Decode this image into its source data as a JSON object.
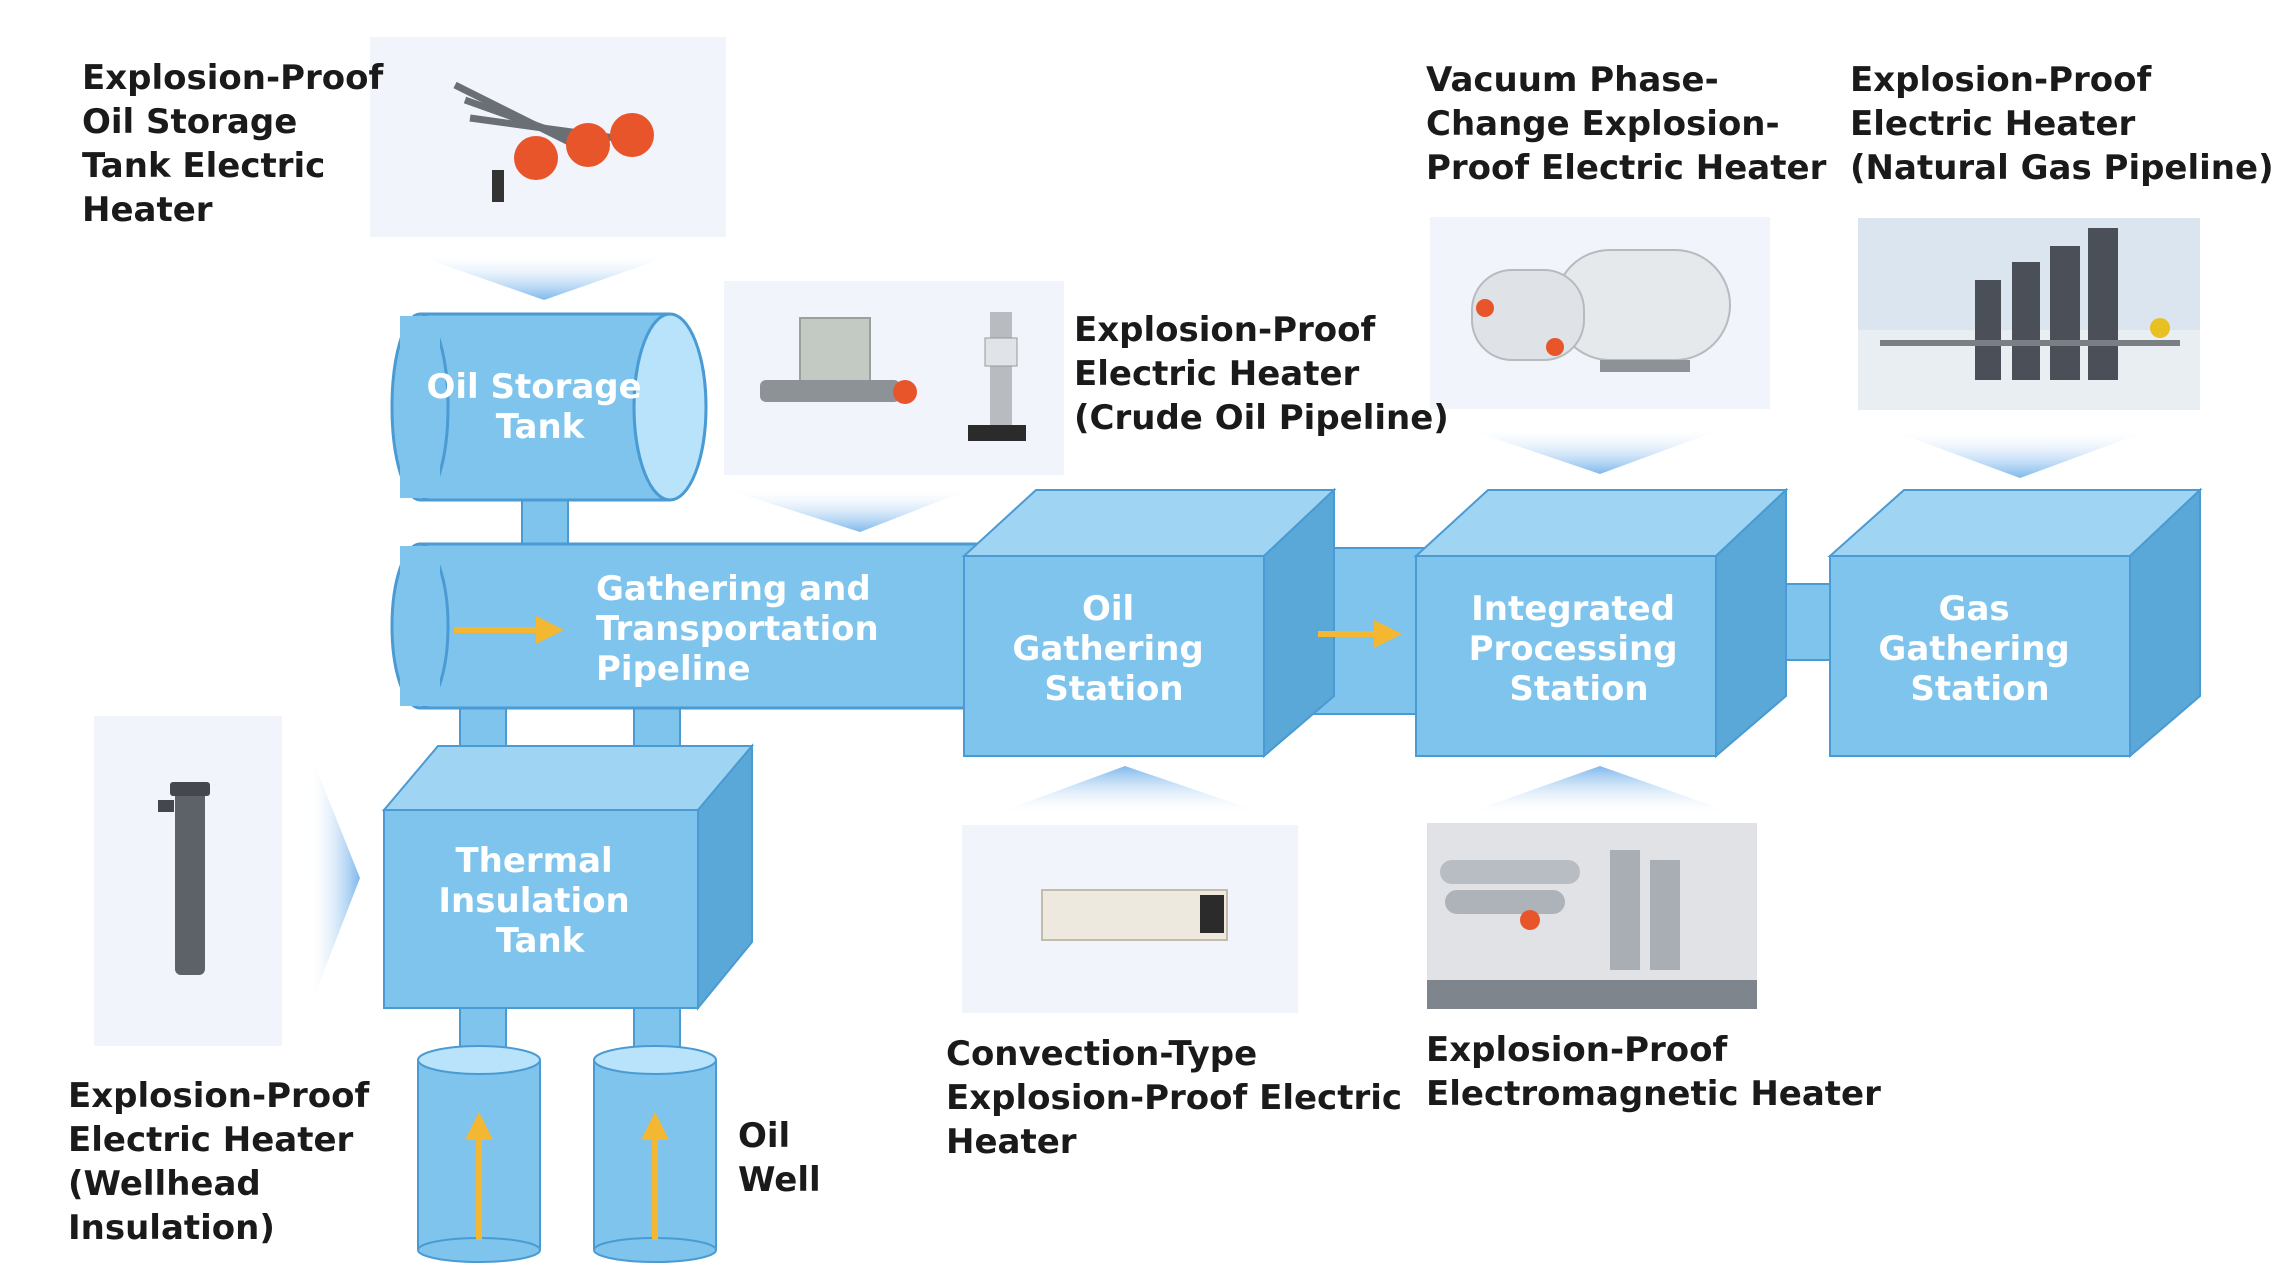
{
  "diagram": {
    "nodes": {
      "oil_storage_tank": [
        "Oil Storage",
        "Tank"
      ],
      "pipeline": [
        "Gathering and",
        "Transportation",
        "Pipeline"
      ],
      "oil_gathering_station": [
        "Oil",
        "Gathering",
        "Station"
      ],
      "integrated_processing_station": [
        "Integrated",
        "Processing",
        "Station"
      ],
      "gas_gathering_station": [
        "Gas",
        "Gathering",
        "Station"
      ],
      "thermal_insulation_tank": [
        "Thermal",
        "Insulation",
        "Tank"
      ],
      "oil_well": "Oil\nWell"
    },
    "heaters": {
      "oil_storage_tank_heater": "Explosion-Proof\nOil Storage\nTank Electric\nHeater",
      "crude_oil_pipeline_heater": "Explosion-Proof\nElectric Heater\n(Crude Oil Pipeline)",
      "vacuum_phase_change_heater": "Vacuum Phase-\nChange Explosion-\nProof Electric Heater",
      "natural_gas_pipeline_heater": "Explosion-Proof\nElectric Heater\n(Natural Gas Pipeline)",
      "wellhead_insulation_heater": "Explosion-Proof\nElectric Heater\n(Wellhead\nInsulation)",
      "convection_type_heater": "Convection-Type\nExplosion-Proof Electric\nHeater",
      "electromagnetic_heater": "Explosion-Proof\nElectromagnetic Heater"
    },
    "colors": {
      "front": "#7fc4ec",
      "top": "#9fd5f3",
      "side": "#5aa8d8",
      "cap": "#b9e3fa",
      "stroke": "#4a9ad4",
      "flow_arrow": "#f4b731",
      "pointer": "#c9e2fb",
      "photo_bg": "#f1f4fa"
    }
  }
}
